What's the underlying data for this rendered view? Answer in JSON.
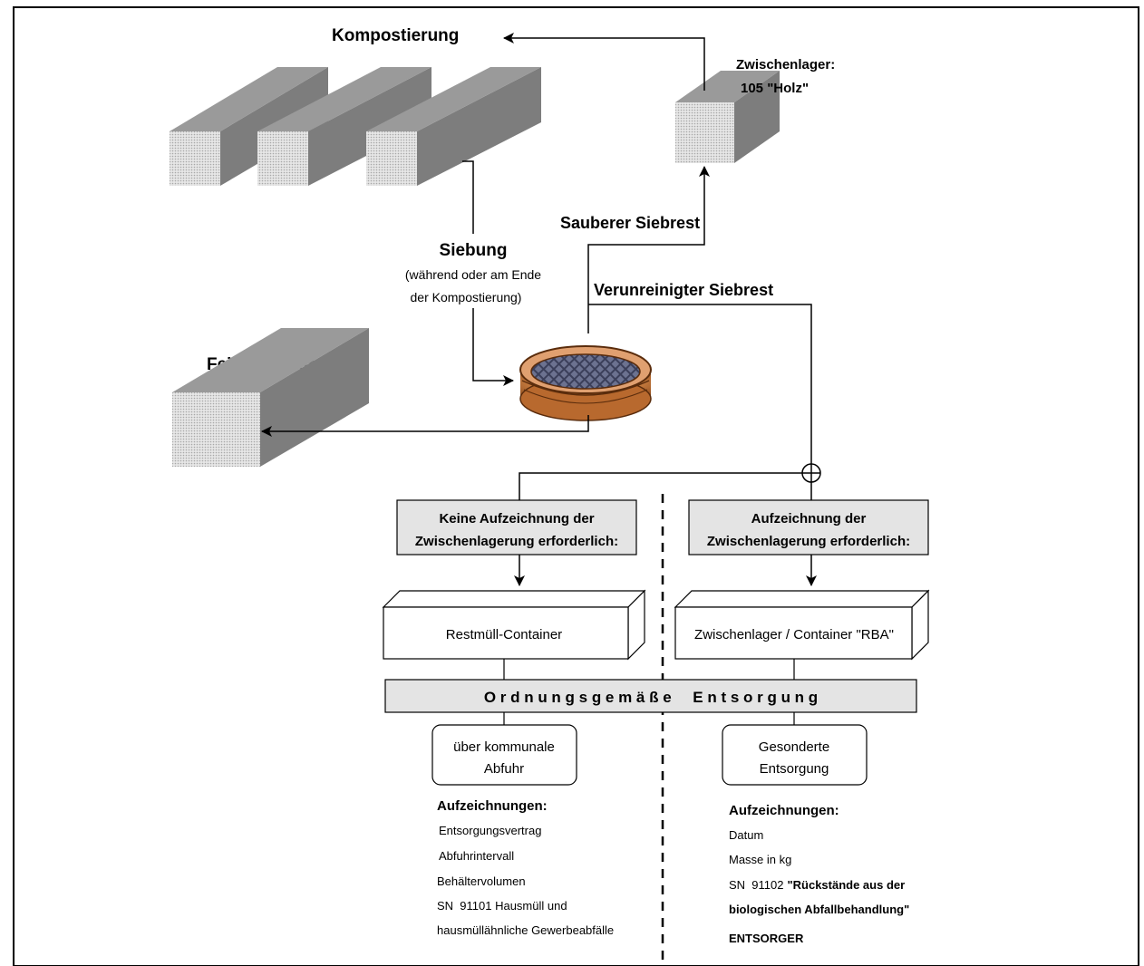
{
  "title_compost": "Kompostierung",
  "storage_label_line1": "Zwischenlager:",
  "storage_label_line2": "105 \"Holz\"",
  "clean_residue": "Sauberer Siebrest",
  "screening": {
    "title": "Siebung",
    "sub1": "(während oder am Ende",
    "sub2": "der Kompostierung)"
  },
  "contaminated_residue": "Verunreinigter Siebrest",
  "fine_compost": "Feinkompost",
  "left_branch": {
    "box_line1": "Keine  Aufzeichnung der",
    "box_line2": "Zwischenlagerung  erforderlich:",
    "container": "Restmüll-Container",
    "disposal_line1": "über kommunale",
    "disposal_line2": "Abfuhr",
    "records_title": "Aufzeichnungen:",
    "records": [
      "Entsorgungsvertrag",
      "Abfuhrintervall",
      "Behältervolumen",
      "SN  91101 Hausmüll und",
      "hausmüllähnliche Gewerbeabfälle"
    ]
  },
  "right_branch": {
    "box_line1": "Aufzeichnung der",
    "box_line2": "Zwischenlagerung  erforderlich:",
    "container": "Zwischenlager / Container \"RBA\"",
    "disposal_line1": "Gesonderte",
    "disposal_line2": "Entsorgung",
    "records_title": "Aufzeichnungen:",
    "records": [
      "Datum",
      "Masse in kg",
      "SN  91102",
      "\"Rückstände aus der",
      "biologischen Abfallbehandlung\"",
      "ENTSORGER"
    ]
  },
  "proper_disposal": "O r d n u n g s g e m ä ß e     E n t s o r g u n g",
  "colors": {
    "box_fill": "#e4e4e4",
    "prism_front": "#dcdcdc",
    "prism_side": "#7d7d7d",
    "prism_top": "#9a9a9a",
    "line": "#000000"
  }
}
